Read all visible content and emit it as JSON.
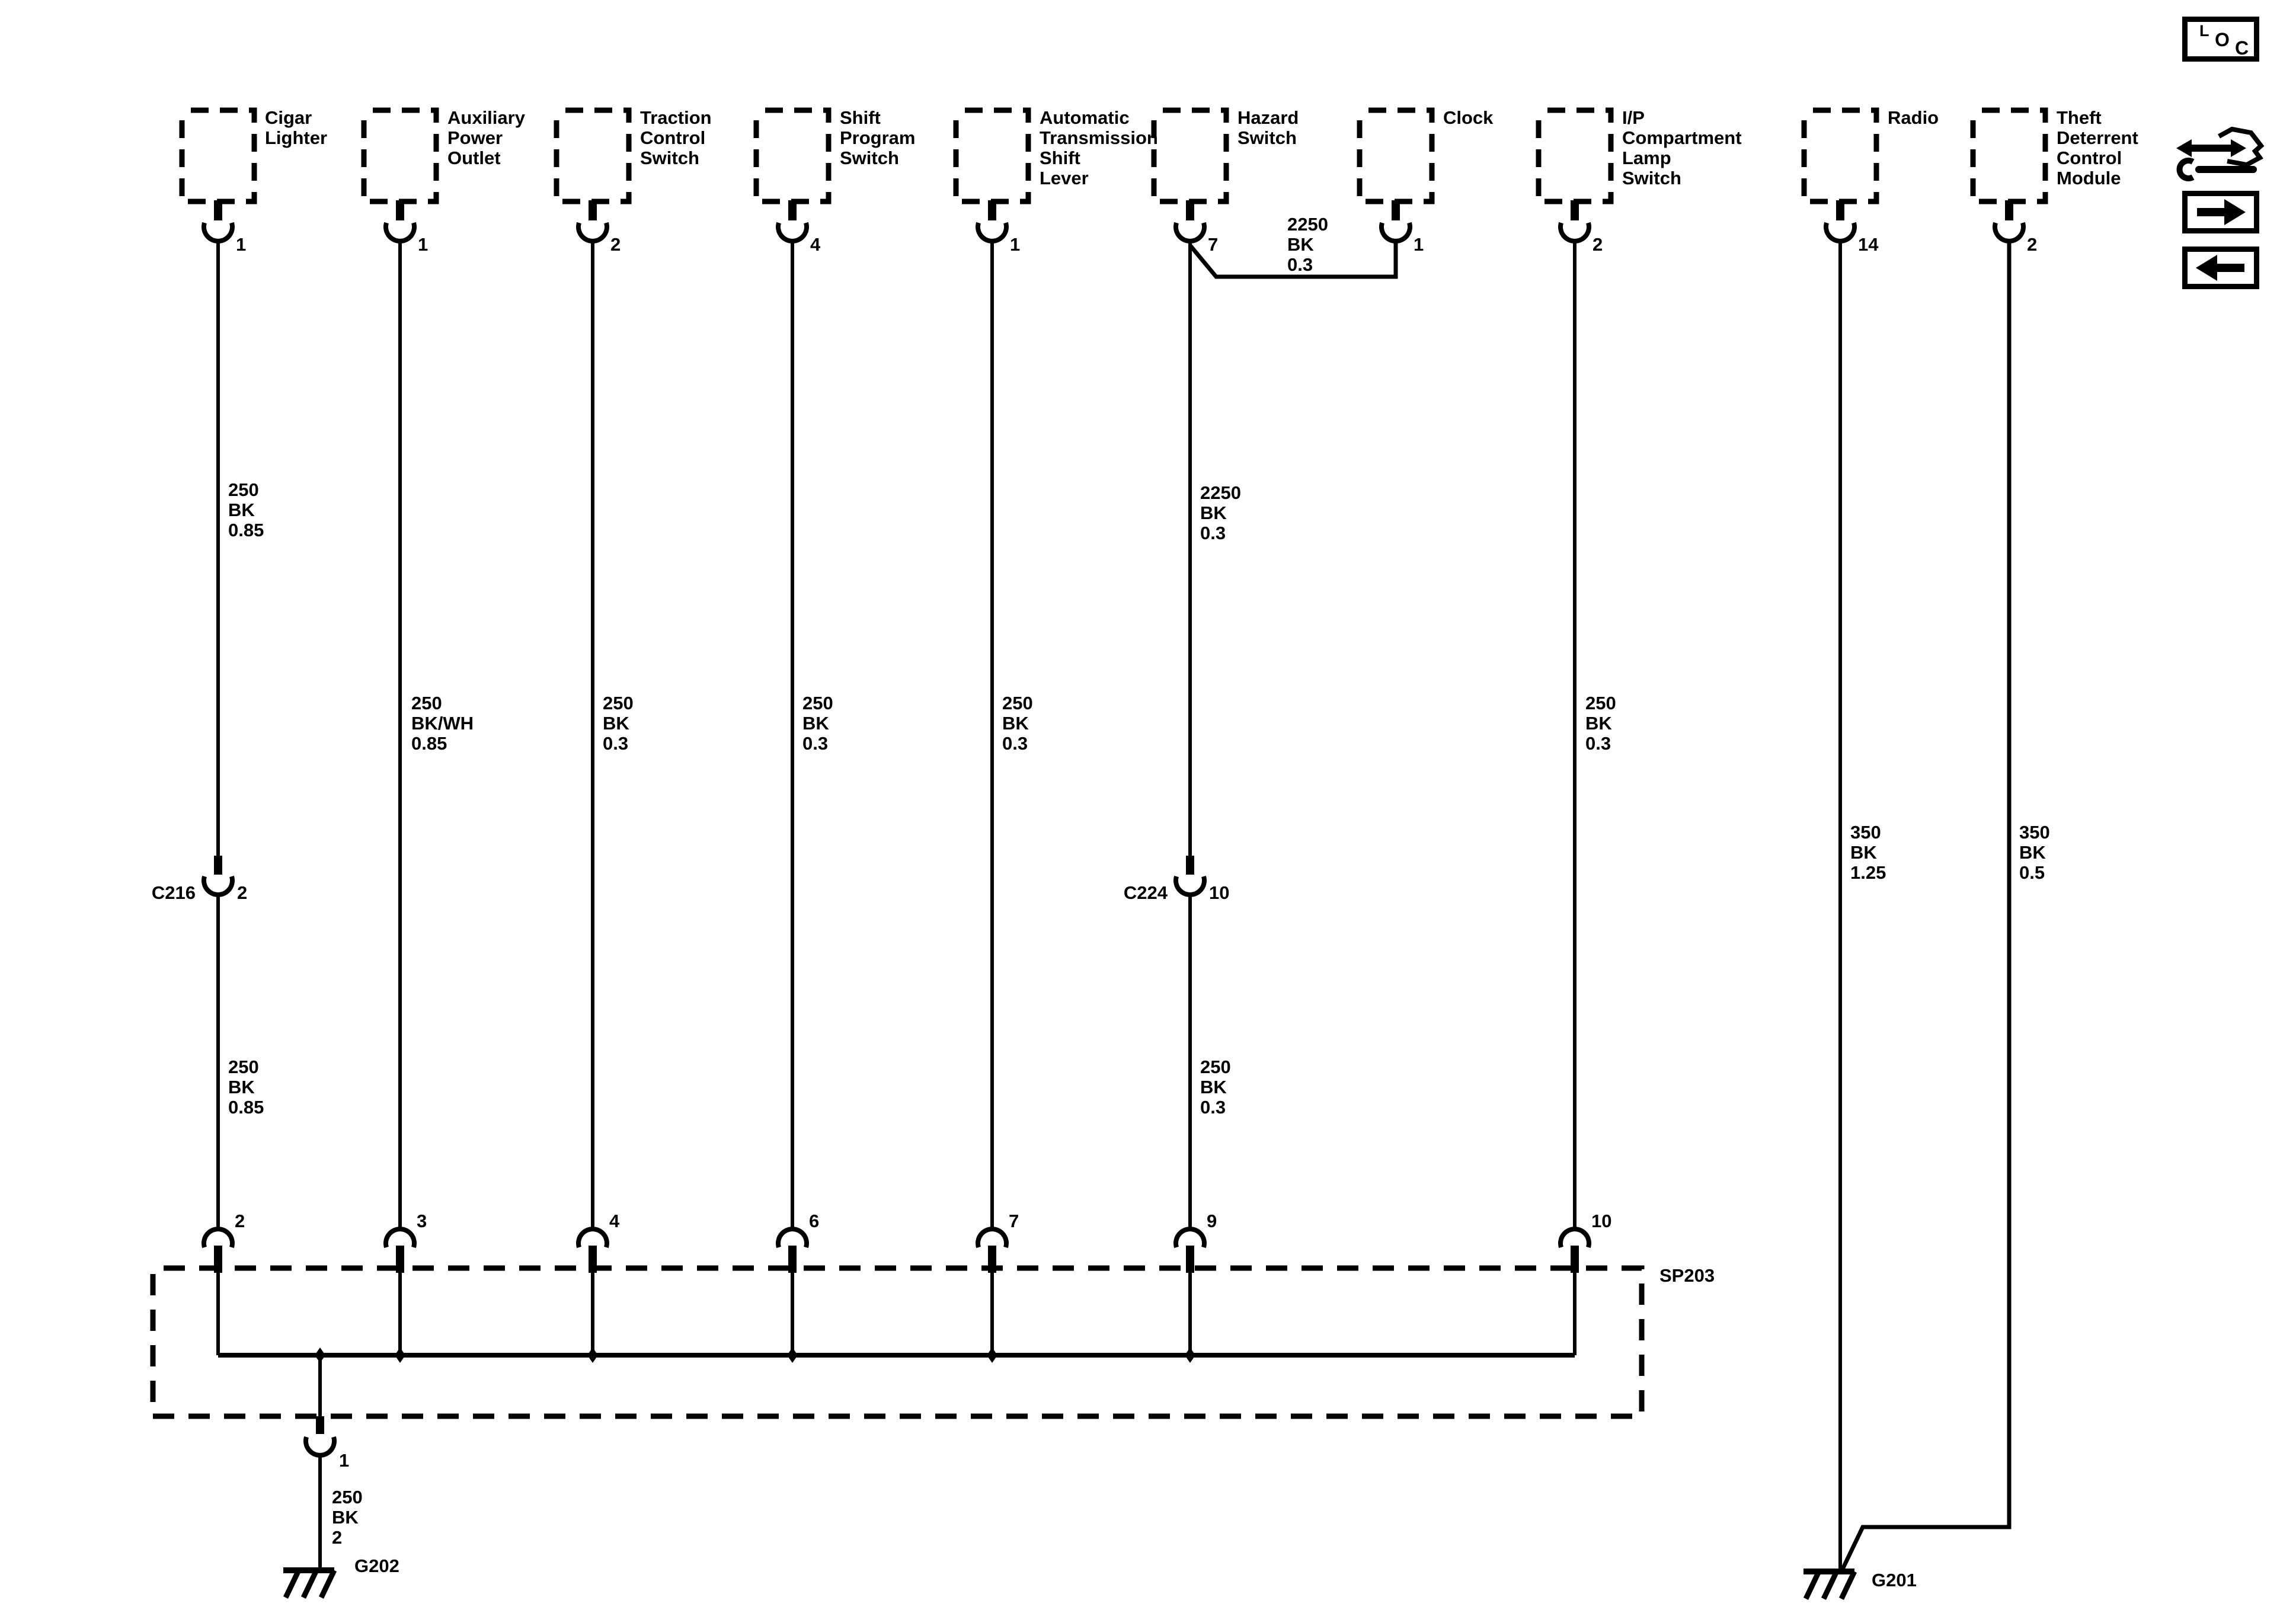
{
  "colors": {
    "ink": "#000000",
    "paper": "#ffffff"
  },
  "components": [
    {
      "label": "Cigar\nLighter",
      "pin": "1"
    },
    {
      "label": "Auxiliary\nPower\nOutlet",
      "pin": "1"
    },
    {
      "label": "Traction\nControl\nSwitch",
      "pin": "2"
    },
    {
      "label": "Shift\nProgram\nSwitch",
      "pin": "4"
    },
    {
      "label": "Automatic\nTransmission\nShift\nLever",
      "pin": "1"
    },
    {
      "label": "Hazard\nSwitch",
      "pin": "7"
    },
    {
      "label": "Clock",
      "pin": "1"
    },
    {
      "label": "I/P\nCompartment\nLamp\nSwitch",
      "pin": "2"
    },
    {
      "label": "Radio",
      "pin": "14"
    },
    {
      "label": "Theft\nDeterrent\nControl\nModule",
      "pin": "2"
    }
  ],
  "wire_labels": {
    "cigar_upper": "250\nBK\n0.85",
    "cigar_lower": "250\nBK\n0.85",
    "aux": "250\nBK/WH\n0.85",
    "traction": "250\nBK\n0.3",
    "shift": "250\nBK\n0.3",
    "autotrans": "250\nBK\n0.3",
    "clock_branch": "2250\nBK\n0.3",
    "hazard": "2250\nBK\n0.3",
    "hazard_lower": "250\nBK\n0.3",
    "ip_lamp": "250\nBK\n0.3",
    "radio": "350\nBK\n1.25",
    "theft": "350\nBK\n0.5",
    "splice_ground": "250\nBK\n2"
  },
  "connectors": {
    "c216": {
      "id": "C216",
      "pin": "2"
    },
    "c224": {
      "id": "C224",
      "pin": "10"
    }
  },
  "splice": {
    "id": "SP203",
    "ground_pin": "1",
    "pins": [
      "2",
      "3",
      "4",
      "6",
      "7",
      "9",
      "10"
    ]
  },
  "grounds": {
    "left": "G202",
    "right": "G201"
  },
  "loc_badge": {
    "letters": [
      "L",
      "O",
      "C"
    ]
  },
  "icons": {
    "loc_badge": "loc-badge",
    "wrench": "wrench-navigate-icon",
    "next": "arrow-right-icon",
    "previous": "arrow-left-icon"
  }
}
